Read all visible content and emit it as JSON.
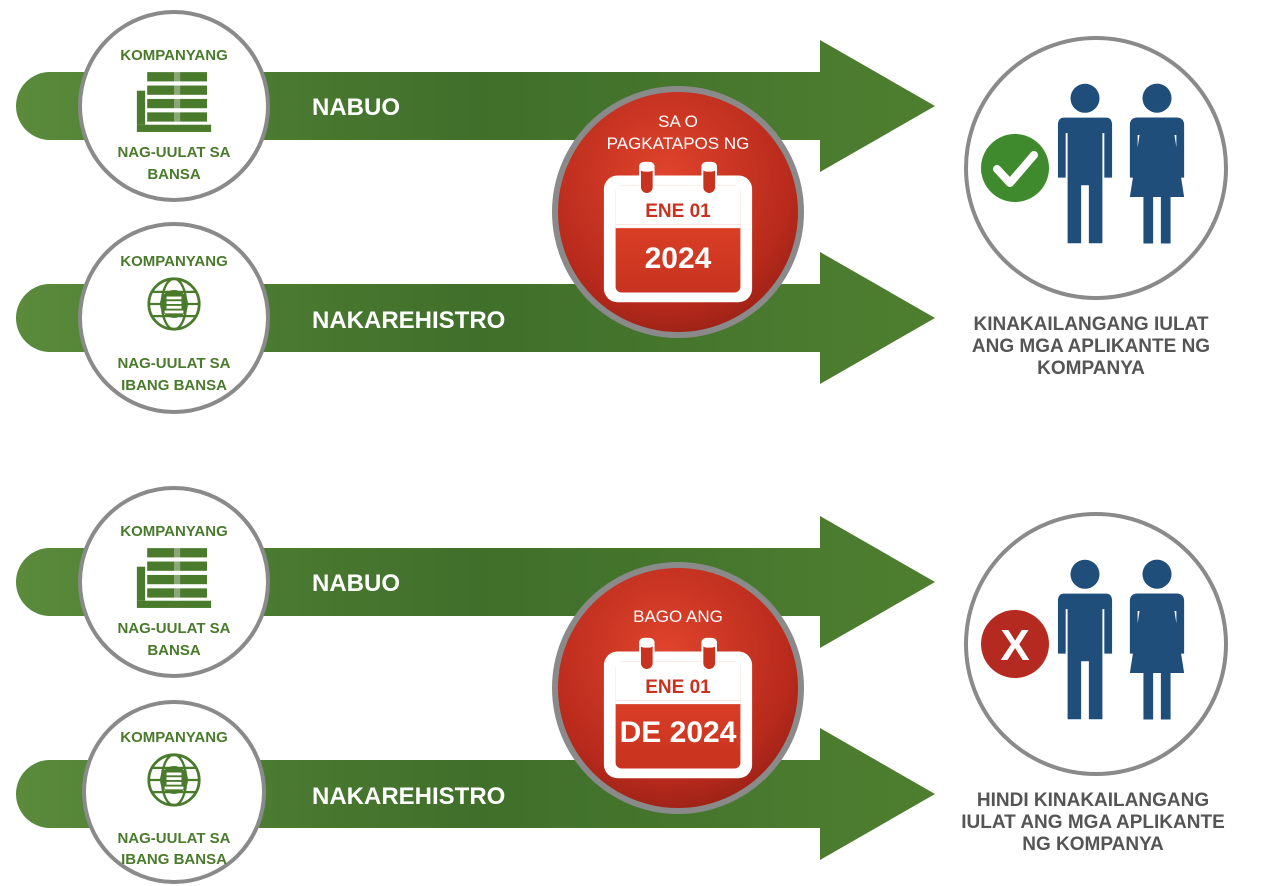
{
  "colors": {
    "arrow_green": "#3f6f2a",
    "badge_green": "#4a7a2c",
    "red_disc": "#c0311e",
    "person_blue": "#1f4e7a",
    "check_green": "#3f8a2c",
    "x_red": "#b52a20",
    "outcome_gray": "#555555"
  },
  "panels": [
    {
      "rows": [
        {
          "badge": {
            "top": "KOMPANYANG",
            "bottom1": "NAG-UULAT SA",
            "bottom2": "BANSA",
            "icon": "building-icon"
          },
          "arrow_label": "NABUO"
        },
        {
          "badge": {
            "top": "KOMPANYANG",
            "bottom1": "NAG-UULAT SA",
            "bottom2": "IBANG BANSA",
            "icon": "globe-building-icon"
          },
          "arrow_label": "NAKAREHISTRO"
        }
      ],
      "date": {
        "line1": "SA O",
        "line2": "PAGKATAPOS NG",
        "month": "ENE 01",
        "year": "2024"
      },
      "result": {
        "icon": "check-icon",
        "line1": "KINAKAILANGANG IULAT",
        "line2": "ANG MGA APLIKANTE NG",
        "line3": "KOMPANYA"
      }
    },
    {
      "rows": [
        {
          "badge": {
            "top": "KOMPANYANG",
            "bottom1": "NAG-UULAT SA",
            "bottom2": "BANSA",
            "icon": "building-icon"
          },
          "arrow_label": "NABUO"
        },
        {
          "badge": {
            "top": "KOMPANYANG",
            "bottom1": "NAG-UULAT SA",
            "bottom2": "IBANG BANSA",
            "icon": "globe-building-icon"
          },
          "arrow_label": "NAKAREHISTRO"
        }
      ],
      "date": {
        "line1": "BAGO ANG",
        "line2": "",
        "month": "ENE 01",
        "year": "DE 2024"
      },
      "result": {
        "icon": "x-mark",
        "mark": "X",
        "line1": "HINDI KINAKAILANGANG",
        "line2": "IULAT ANG MGA APLIKANTE",
        "line3": "NG KOMPANYA"
      }
    }
  ]
}
